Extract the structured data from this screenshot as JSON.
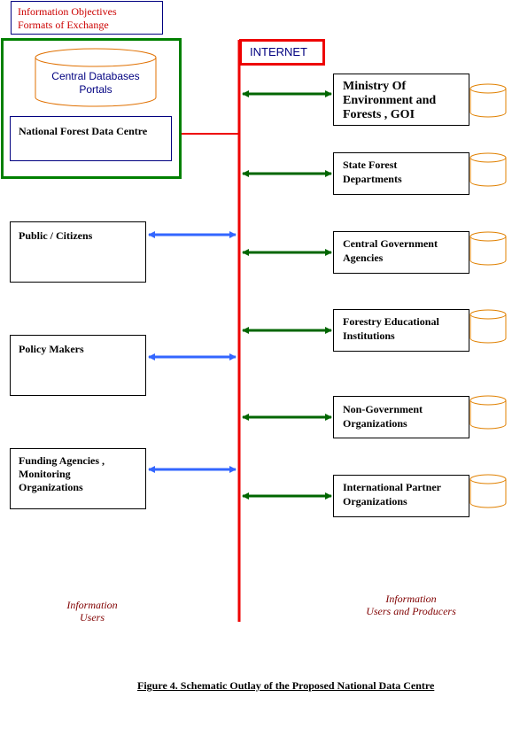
{
  "header_box": {
    "line1": "Information Objectives",
    "line2": "Formats of Exchange",
    "color": "#cc0000"
  },
  "central": {
    "db_label_line1": "Central Databases",
    "db_label_line2": "Portals",
    "nfdc_label": "National Forest Data Centre",
    "frame_color": "#008000",
    "db_color": "#e07000"
  },
  "internet": {
    "label": "INTERNET",
    "line_color": "#ee0000",
    "label_color": "#000080"
  },
  "users": [
    {
      "label": "Public / Citizens"
    },
    {
      "label": "Policy Makers"
    },
    {
      "label": "Funding Agencies , Monitoring Organizations"
    }
  ],
  "producers": [
    {
      "label": "Ministry Of Environment and Forests , GOI"
    },
    {
      "label": "State Forest Departments"
    },
    {
      "label": "Central Government Agencies"
    },
    {
      "label": "Forestry Educational Institutions"
    },
    {
      "label": "Non-Government Organizations"
    },
    {
      "label": "International Partner Organizations"
    }
  ],
  "captions": {
    "users_line1": "Information",
    "users_line2": "Users",
    "producers_line1": "Information",
    "producers_line2": "Users and Producers",
    "color": "#800000"
  },
  "figure_caption": "Figure 4. Schematic Outlay of the Proposed National Data Centre",
  "colors": {
    "user_arrow": "#3366ff",
    "producer_arrow": "#006600",
    "cylinder": "#e08000"
  }
}
